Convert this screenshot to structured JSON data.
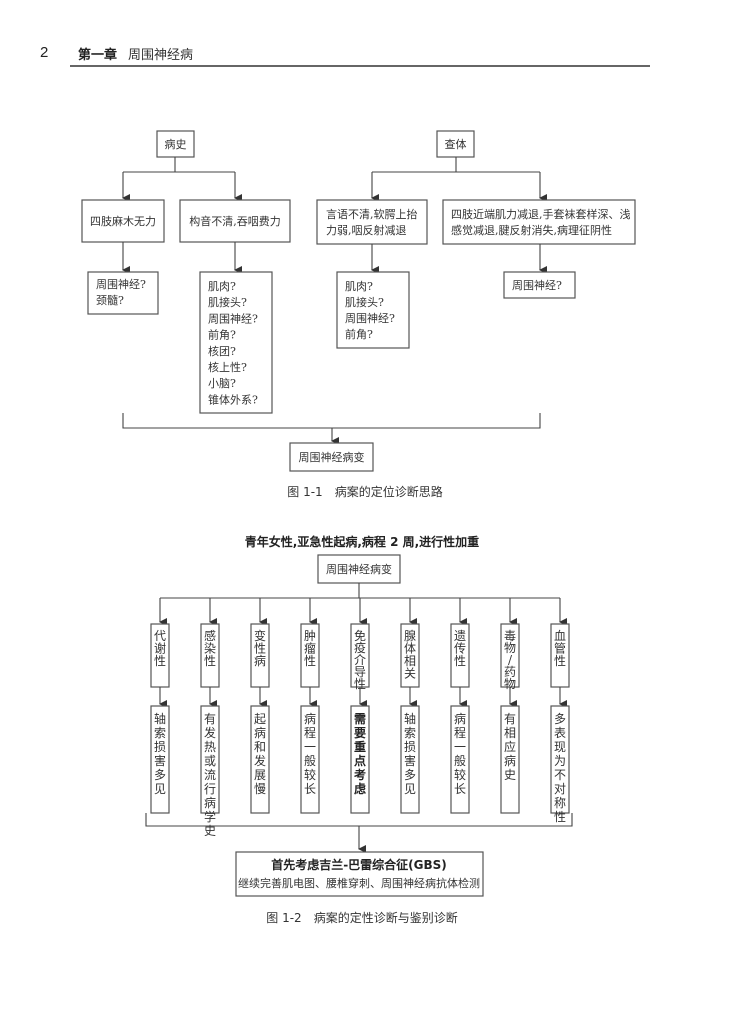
{
  "header": {
    "page_number": "2",
    "chapter": "第一章",
    "chapter_title": "周围神经病"
  },
  "figure1": {
    "caption": "图 1-1　病案的定位诊断思路",
    "history": {
      "label": "病史",
      "children": [
        {
          "label": "四肢麻木无力",
          "result_lines": [
            "周围神经?",
            "颈髓?"
          ]
        },
        {
          "label": "构音不清,吞咽费力",
          "result_lines": [
            "肌肉?",
            "肌接头?",
            "周围神经?",
            "前角?",
            "核团?",
            "核上性?",
            "小脑?",
            "锥体外系?"
          ]
        }
      ]
    },
    "exam": {
      "label": "查体",
      "children": [
        {
          "label_lines": [
            "言语不清,软腭上抬",
            "力弱,咽反射减退"
          ],
          "result_lines": [
            "肌肉?",
            "肌接头?",
            "周围神经?",
            "前角?"
          ]
        },
        {
          "label_lines": [
            "四肢近端肌力减退,手套袜套样深、浅",
            "感觉减退,腱反射消失,病理征阴性"
          ],
          "result_lines": [
            "周围神经?"
          ]
        }
      ]
    },
    "conclusion": "周围神经病变"
  },
  "figure2": {
    "caption": "图 1-2　病案的定性诊断与鉴别诊断",
    "subtitle": "青年女性,亚急性起病,病程 2 周,进行性加重",
    "root": "周围神经病变",
    "categories": [
      {
        "label": "代谢性",
        "note": "轴索损害多见",
        "emphasis": false
      },
      {
        "label": "感染性",
        "note": "有发热或流行病学史",
        "emphasis": false
      },
      {
        "label": "变性病",
        "note": "起病和发展慢",
        "emphasis": false
      },
      {
        "label": "肿瘤性",
        "note": "病程一般较长",
        "emphasis": false
      },
      {
        "label": "免疫介导性",
        "note": "需要重点考虑",
        "emphasis": true
      },
      {
        "label": "腺体相关",
        "note": "轴索损害多见",
        "emphasis": false
      },
      {
        "label": "遗传性",
        "note": "病程一般较长",
        "emphasis": false
      },
      {
        "label": "毒物/药物",
        "note": "有相应病史",
        "emphasis": false
      },
      {
        "label": "血管性",
        "note": "多表现为不对称性",
        "emphasis": false
      }
    ],
    "conclusion": {
      "title": "首先考虑吉兰-巴雷综合征(GBS)",
      "detail": "继续完善肌电图、腰椎穿刺、周围神经病抗体检测"
    }
  }
}
